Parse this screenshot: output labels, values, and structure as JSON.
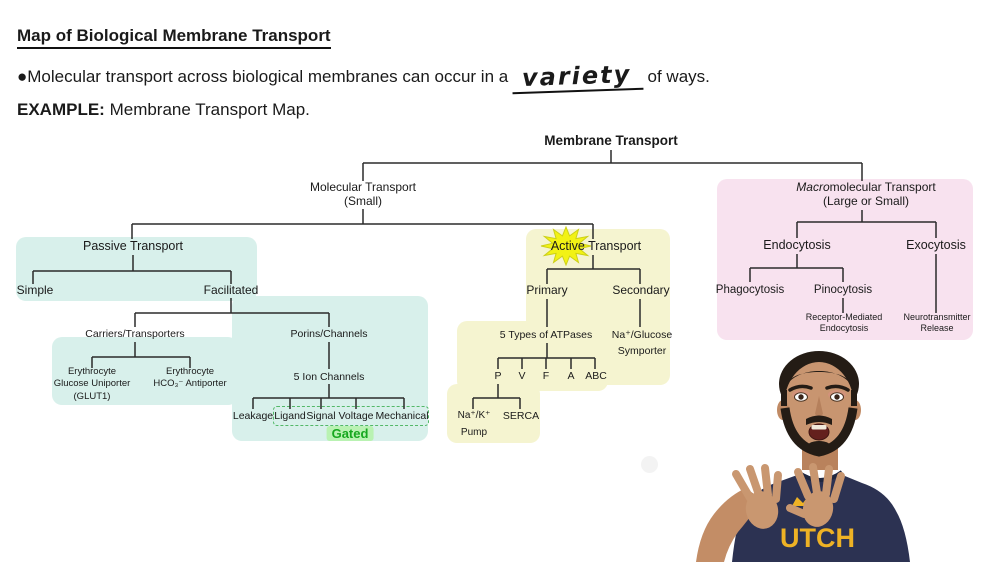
{
  "header": {
    "title": "Map of Biological Membrane Transport",
    "bullet_prefix": "●Molecular transport across biological membranes can occur in a",
    "bullet_handwritten": "variety",
    "bullet_suffix": "of ways.",
    "example_label": "EXAMPLE:",
    "example_text": "Membrane Transport Map."
  },
  "tree": {
    "root": "Membrane Transport",
    "molecular": {
      "line1": "Molecular Transport",
      "line2": "(Small)"
    },
    "macromolecular": {
      "italic": "Macro",
      "rest": "molecular Transport",
      "line2": "(Large or Small)"
    },
    "passive": "Passive Transport",
    "simple": "Simple",
    "facilitated": "Facilitated",
    "carriers": "Carriers/Transporters",
    "glut1": {
      "line1": "Erythrocyte",
      "line2": "Glucose Uniporter",
      "line3": "(GLUT1)"
    },
    "antiporter": {
      "line1": "Erythrocyte",
      "line2": "HCO₃⁻ Antiporter"
    },
    "porins": "Porins/Channels",
    "ion_channels": "5 Ion Channels",
    "leakage": "Leakage",
    "gated_types": [
      "Ligand",
      "Signal",
      "Voltage",
      "Mechanical"
    ],
    "gated": "Gated",
    "active_word": "Active",
    "active_rest": "Transport",
    "primary": "Primary",
    "secondary": "Secondary",
    "atpases": "5 Types of ATPases",
    "atpase_types": [
      "P",
      "V",
      "F",
      "A",
      "ABC"
    ],
    "nak_pump": {
      "line1": "Na⁺/K⁺",
      "line2": "Pump"
    },
    "serca": "SERCA",
    "symporter": {
      "line1": "Na⁺/Glucose",
      "line2": "Symporter"
    },
    "endocytosis": "Endocytosis",
    "exocytosis": "Exocytosis",
    "phagocytosis": "Phagocytosis",
    "pinocytosis": "Pinocytosis",
    "receptor_mediated": {
      "line1": "Receptor-Mediated",
      "line2": "Endocytosis"
    },
    "neurotransmitter": {
      "line1": "Neurotransmitter",
      "line2": "Release"
    }
  },
  "person": {
    "shirt_text": "UTCH"
  },
  "colors": {
    "passive_highlight": "#d8f0eb",
    "active_highlight": "#f5f4d0",
    "macro_highlight": "#f8e2ef",
    "gated_highlight": "#b9f2b2",
    "gated_text": "#17a81f",
    "dashed_border": "#53b868",
    "starburst_yellow": "#f2f215",
    "connector_line": "#2b2b2b",
    "shirt_navy": "#2c3252",
    "logo_gold": "#eeb225"
  }
}
